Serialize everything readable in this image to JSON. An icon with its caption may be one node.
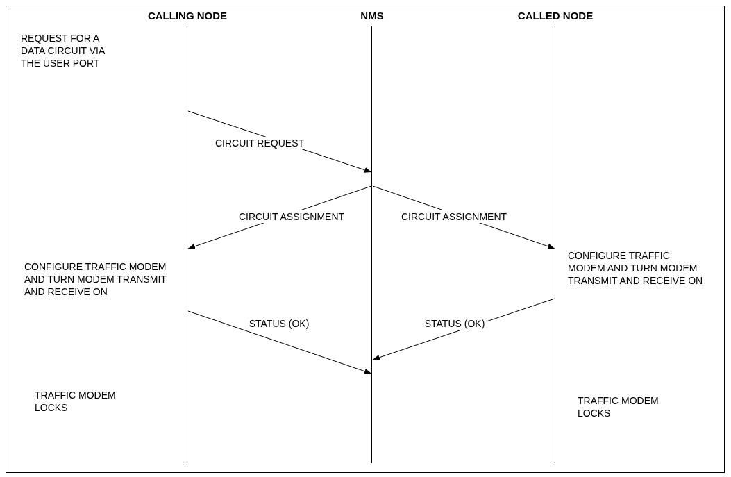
{
  "diagram": {
    "nodes": [
      {
        "text": [
          "CALLING NODE"
        ]
      },
      {
        "text": [
          "NMS"
        ]
      },
      {
        "text": [
          "CALLED NODE"
        ]
      }
    ],
    "edges": [
      {
        "from": 0,
        "to": 1,
        "arrow": "to",
        "label": "CIRCUIT REQUEST"
      },
      {
        "from": 1,
        "to": 0,
        "arrow": "to",
        "label": "CIRCUIT ASSIGNMENT"
      },
      {
        "from": 1,
        "to": 2,
        "arrow": "to",
        "label": "CIRCUIT ASSIGNMENT"
      },
      {
        "from": 0,
        "to": 1,
        "arrow": "to",
        "label": "STATUS (OK)"
      },
      {
        "from": 2,
        "to": 1,
        "arrow": "to",
        "label": "STATUS (OK)"
      }
    ],
    "labels": [
      "REQUEST FOR A DATA CIRCUIT VIA THE USER PORT",
      "CONFIGURE TRAFFIC MODEM AND TURN MODEM TRANSMIT AND RECEIVE ON",
      "CONFIGURE TRAFFIC MODEM AND TURN MODEM TRANSMIT AND RECEIVE ON",
      "TRAFFIC MODEM LOCKS",
      "TRAFFIC MODEM LOCKS"
    ]
  }
}
